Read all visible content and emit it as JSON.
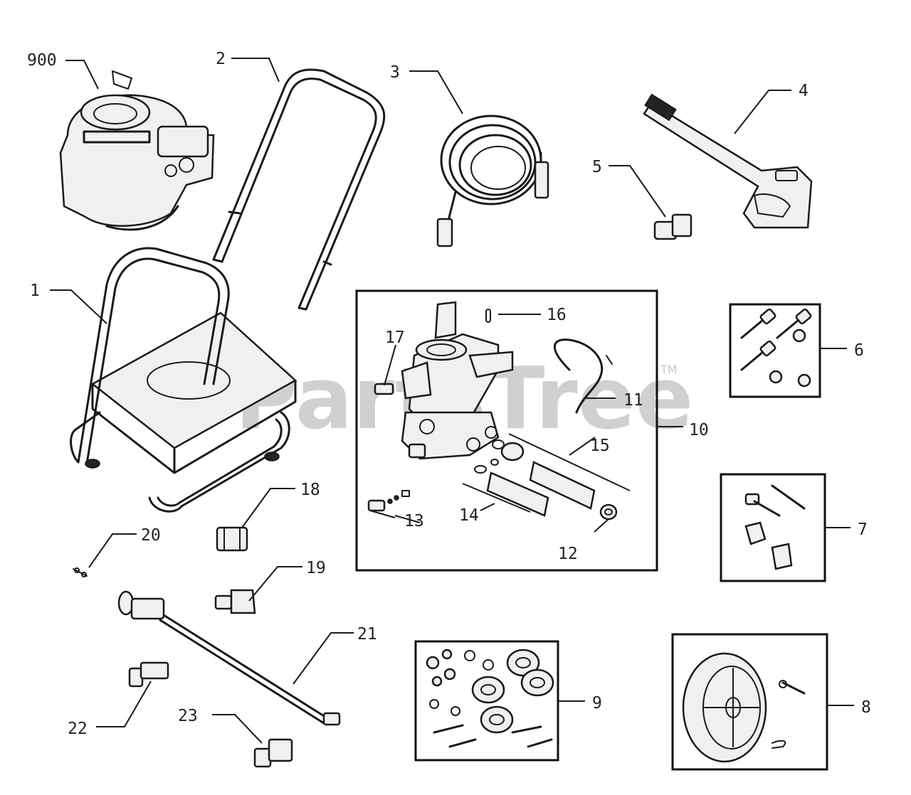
{
  "watermark": {
    "brand": "PartsTree",
    "tm": "TM"
  },
  "callouts": {
    "c900": "900",
    "c1": "1",
    "c2": "2",
    "c3": "3",
    "c4": "4",
    "c5": "5",
    "c6": "6",
    "c7": "7",
    "c8": "8",
    "c9": "9",
    "c10": "10",
    "c11": "11",
    "c12": "12",
    "c13": "13",
    "c14": "14",
    "c15": "15",
    "c16": "16",
    "c17": "17",
    "c18": "18",
    "c19": "19",
    "c20": "20",
    "c21": "21",
    "c22": "22",
    "c23": "23"
  }
}
